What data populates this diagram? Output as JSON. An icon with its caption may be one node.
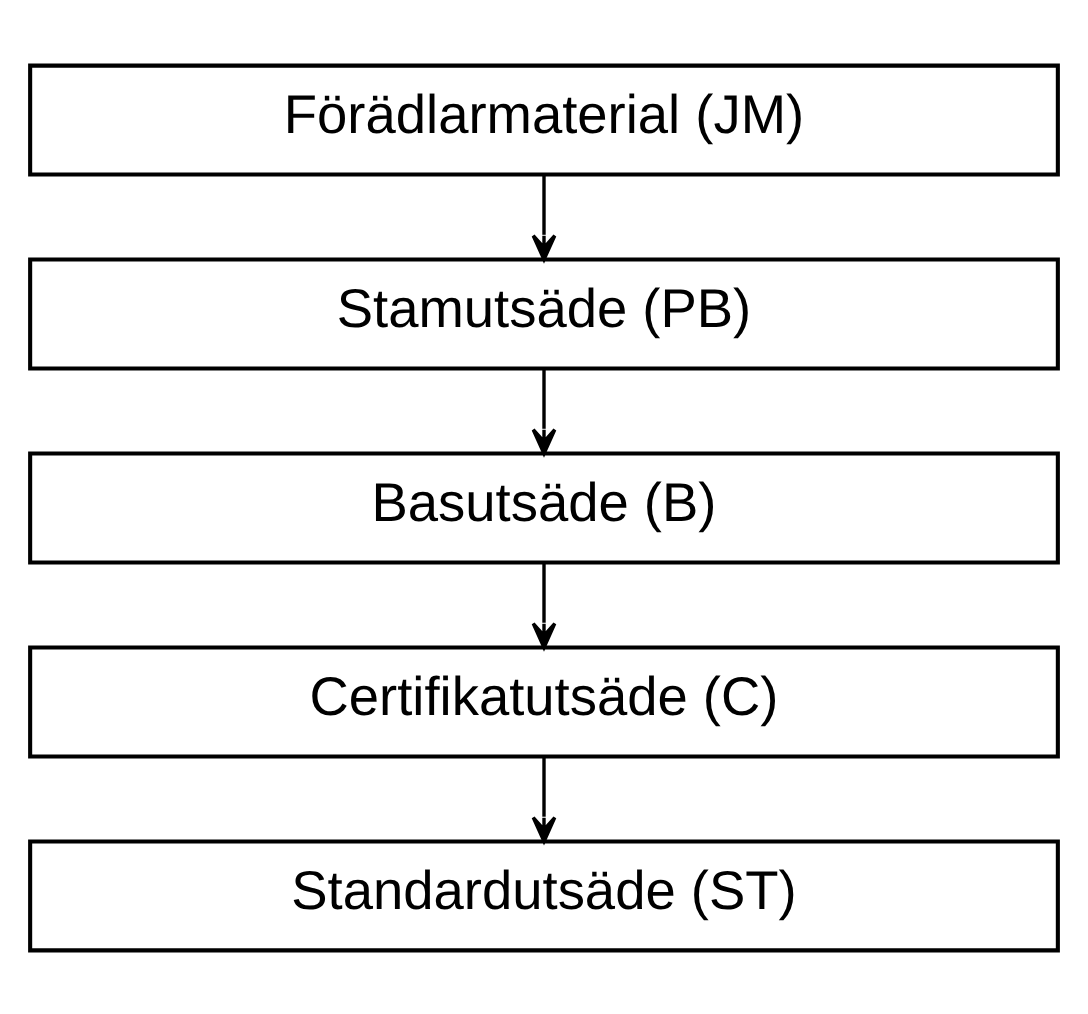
{
  "diagram": {
    "nodes": [
      {
        "text": [
          "Förädlarmaterial (JM)"
        ]
      },
      {
        "text": [
          "Stamutsäde (PB)"
        ]
      },
      {
        "text": [
          "Basutsäde (B)"
        ]
      },
      {
        "text": [
          "Certifikatutsäde (C)"
        ]
      },
      {
        "text": [
          "Standardutsäde (ST)"
        ]
      }
    ],
    "edges": [
      {
        "from": 0,
        "to": 1,
        "arrow": "to"
      },
      {
        "from": 1,
        "to": 2,
        "arrow": "to"
      },
      {
        "from": 2,
        "to": 3,
        "arrow": "to"
      },
      {
        "from": 3,
        "to": 4,
        "arrow": "to"
      }
    ]
  }
}
